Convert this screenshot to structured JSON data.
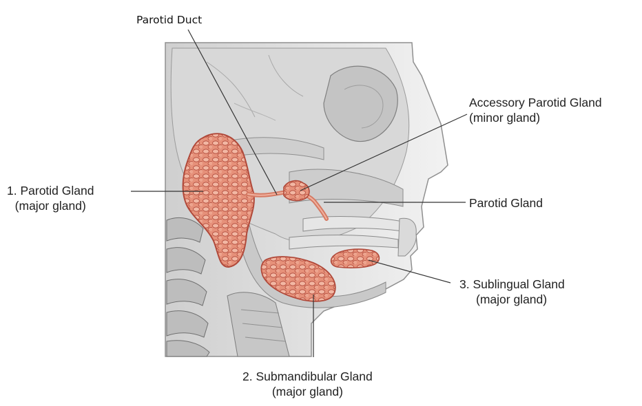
{
  "labels": {
    "parotid_duct": "Parotid Duct",
    "accessory_parotid": {
      "line1": "Accessory Parotid Gland",
      "line2": "(minor gland)"
    },
    "parotid_gland_left": {
      "line1": "1. Parotid Gland",
      "line2": "(major gland)"
    },
    "parotid_gland_right": "Parotid Gland",
    "sublingual": {
      "line1": "3. Sublingual Gland",
      "line2": "(major gland)"
    },
    "submandibular": {
      "line1": "2. Submandibular Gland",
      "line2": "(major gland)"
    }
  },
  "colors": {
    "gland_fill": "#e6917a",
    "gland_lobule": "#f2b7a3",
    "gland_outline": "#b0493a",
    "skull_fill": "#dcdcdc",
    "skull_shade": "#bdbdbd",
    "skin_fill": "#e8e8e8",
    "leader_line": "#333333"
  }
}
